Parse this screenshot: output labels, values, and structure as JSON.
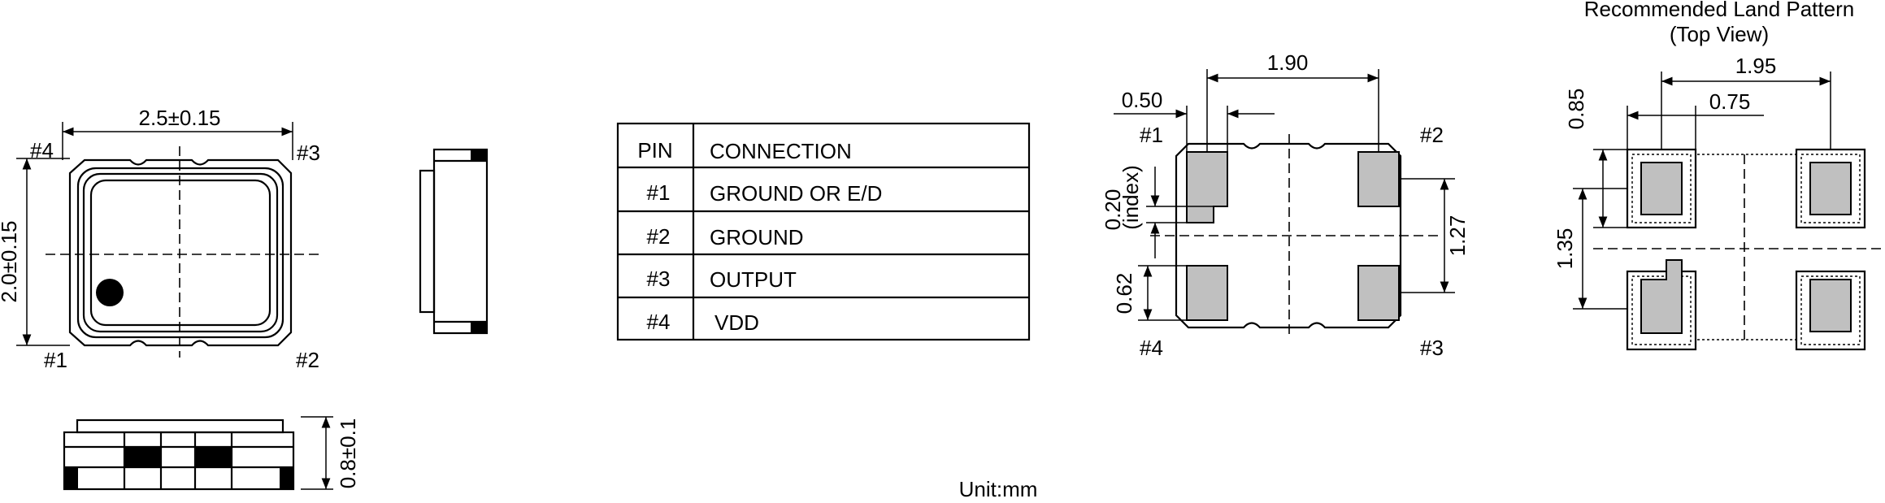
{
  "top_view": {
    "width_dim": "2.5±0.15",
    "height_dim": "2.0±0.15",
    "pins": {
      "p1": "#1",
      "p2": "#2",
      "p3": "#3",
      "p4": "#4"
    }
  },
  "front_view": {
    "height_dim": "0.8±0.1"
  },
  "pin_table": {
    "headers": [
      "PIN",
      "CONNECTION"
    ],
    "rows": [
      {
        "pin": "#1",
        "connection": "GROUND OR E/D"
      },
      {
        "pin": "#2",
        "connection": "GROUND"
      },
      {
        "pin": "#3",
        "connection": "OUTPUT"
      },
      {
        "pin": "#4",
        "connection": "VDD"
      }
    ]
  },
  "bottom_view": {
    "pad_spacing_x": "1.90",
    "pad_width": "0.50",
    "index_dim": "0.20",
    "index_label": "(index)",
    "pad_spacing_y": "1.27",
    "pad_height": "0.62",
    "pins": {
      "p1": "#1",
      "p2": "#2",
      "p3": "#3",
      "p4": "#4"
    }
  },
  "land_pattern": {
    "title_line1": "Recommended Land Pattern",
    "title_line2": "(Top View)",
    "spacing_x": "1.95",
    "pad_width": "0.75",
    "pad_height": "0.85",
    "spacing_y": "1.35"
  },
  "unit_label": "Unit:mm"
}
